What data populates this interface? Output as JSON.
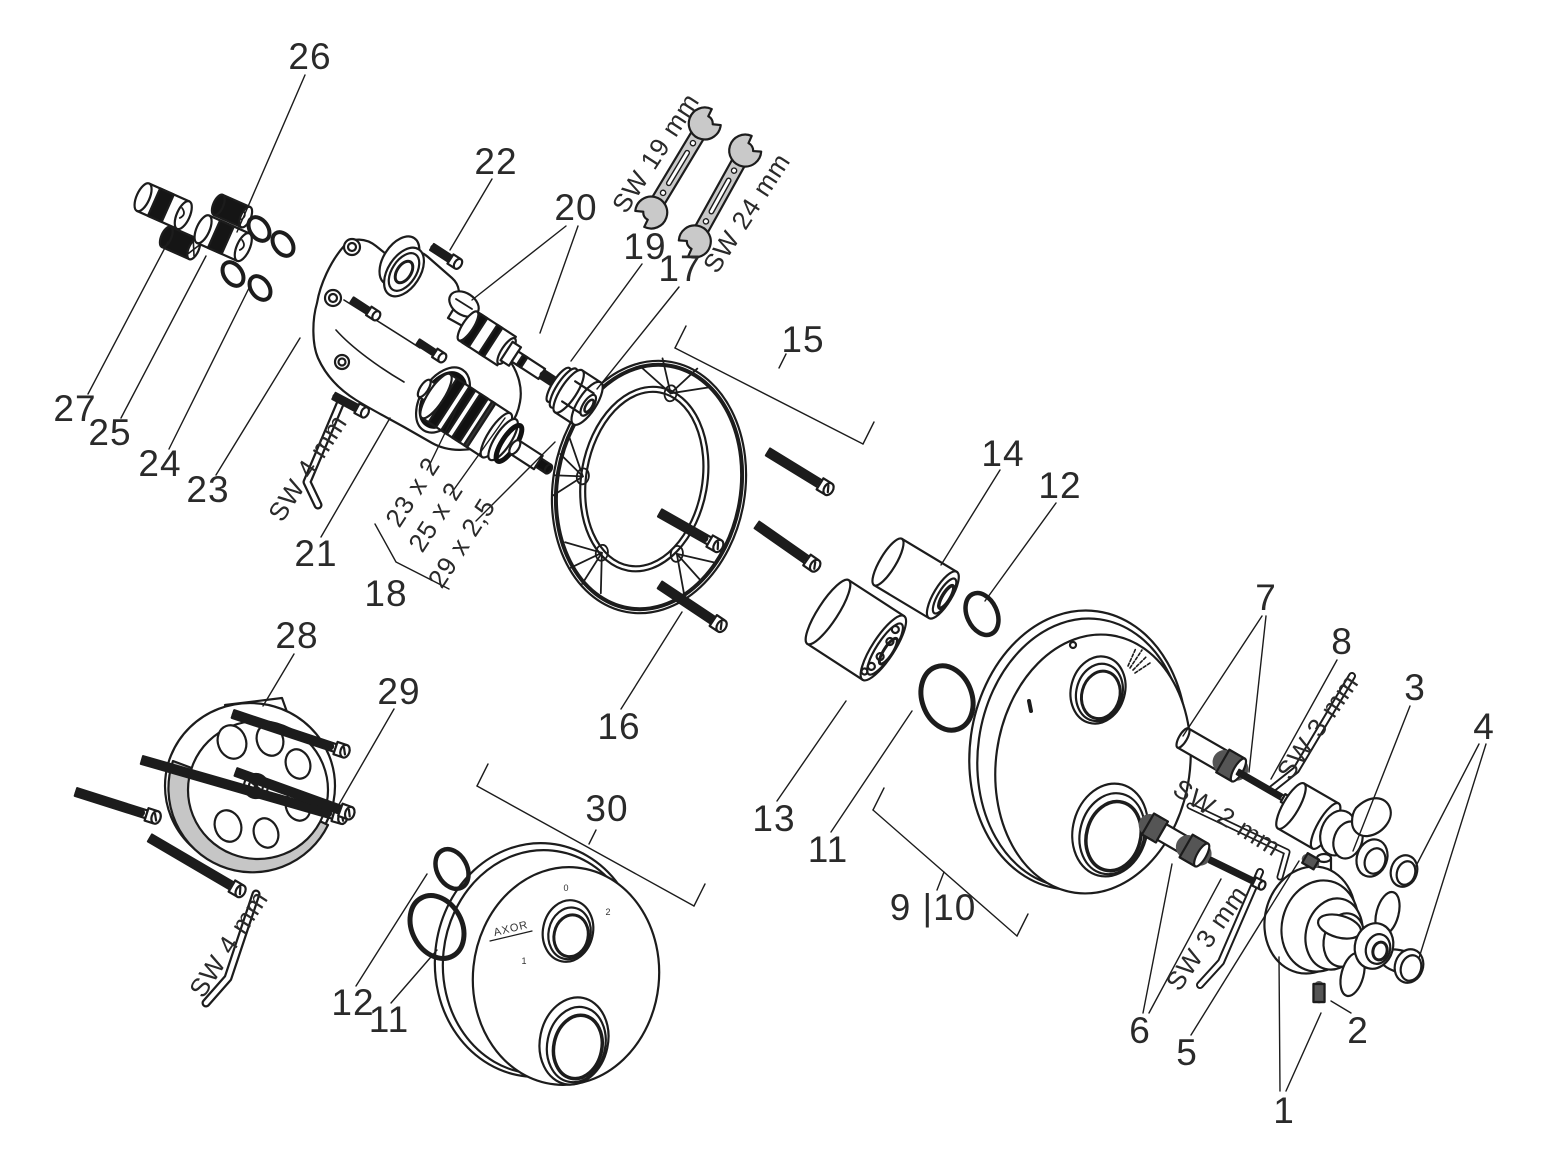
{
  "diagram": {
    "kind": "exploded-parts-diagram",
    "background_color": "#ffffff",
    "line_color": "#1c1c1c",
    "tool_fill_color": "#c9c9c9",
    "sector_fill_color": "#c6c6c6"
  },
  "part_labels": {
    "p1": "1",
    "p2": "2",
    "p3": "3",
    "p4": "4",
    "p5": "5",
    "p6": "6",
    "p7": "7",
    "p8": "8",
    "p9_10": "9 |10",
    "p11_left": "11",
    "p11_right": "11",
    "p12_left": "12",
    "p12_right": "12",
    "p13": "13",
    "p14": "14",
    "p15": "15",
    "p16": "16",
    "p17": "17",
    "p18": "18",
    "p19": "19",
    "p20": "20",
    "p21": "21",
    "p22": "22",
    "p23": "23",
    "p24": "24",
    "p25": "25",
    "p26": "26",
    "p27": "27",
    "p28": "28",
    "p29": "29",
    "p30": "30"
  },
  "tool_labels": {
    "wrench_19": "SW 19 mm",
    "wrench_24": "SW 24 mm",
    "hex_key_4_top": "SW 4 mm",
    "hex_key_4_bottom": "SW 4 mm",
    "hex_key_3_upper": "SW 3 mm",
    "hex_key_3_lower": "SW 3 mm",
    "hex_key_2": "SW 2 mm"
  },
  "dimension_labels": {
    "oring_23": "23 x 2",
    "oring_25": "25 x 2",
    "oring_29": "29 x 2,5"
  },
  "plate_markings": {
    "brand": "AXOR",
    "scale_0": "0",
    "scale_1": "1",
    "scale_2": "2"
  }
}
